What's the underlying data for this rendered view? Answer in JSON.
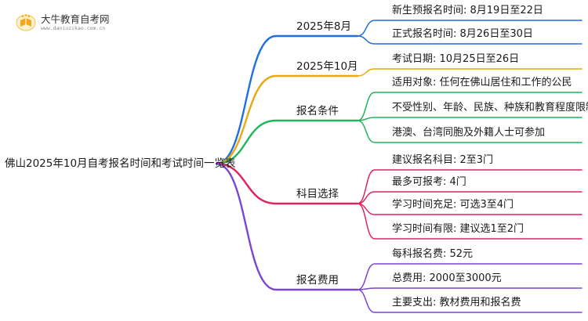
{
  "logo": {
    "title": "大牛教育自考网",
    "url": "www.daniuzikao.com.cn"
  },
  "root": {
    "label": "佛山2025年10月自考报名时间和考试时间一览表"
  },
  "colors": {
    "blue": "#1f6fe0",
    "orange": "#e8a90c",
    "green": "#1fb55b",
    "magenta": "#e0245e",
    "purple": "#7b45d6",
    "black": "#222222"
  },
  "branches": [
    {
      "label": "2025年8月",
      "color": "blue",
      "leaves": [
        "新生预报名时间: 8月19日至22日",
        "正式报名时间: 8月26日至30日"
      ]
    },
    {
      "label": "2025年10月",
      "color": "orange",
      "leaves": [
        "考试日期: 10月25日至26日"
      ]
    },
    {
      "label": "报名条件",
      "color": "green",
      "leaves": [
        "适用对象: 任何在佛山居住和工作的公民",
        "不受性别、年龄、民族、种族和教育程度限制",
        "港澳、台湾同胞及外籍人士可参加"
      ]
    },
    {
      "label": "科目选择",
      "color": "magenta",
      "leaves": [
        "建议报名科目: 2至3门",
        "最多可报考: 4门",
        "学习时间充足: 可选3至4门",
        "学习时间有限: 建议选1至2门"
      ]
    },
    {
      "label": "报名费用",
      "color": "purple",
      "leaves": [
        "每科报名费: 52元",
        "总费用: 2000至3000元",
        "主要支出: 教材费用和报名费"
      ]
    }
  ]
}
